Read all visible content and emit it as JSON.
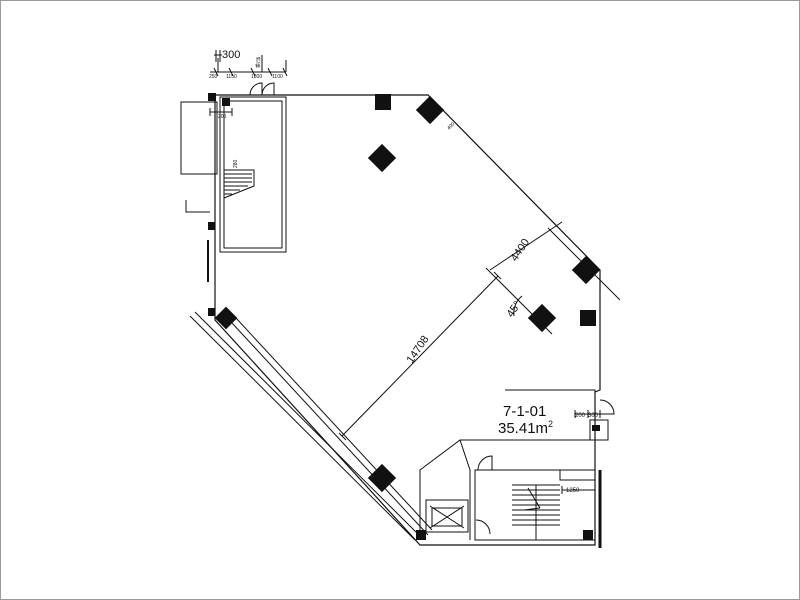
{
  "plan": {
    "unit_id": "7-1-01",
    "area_value": "35.41m",
    "area_sup": "2",
    "colors": {
      "line": "#111111",
      "fill": "#111111",
      "background": "#ffffff"
    }
  },
  "dimensions": {
    "top_300": "300",
    "top_250": "250",
    "top_1150": "1150",
    "top_1800": "1800",
    "top_1100": "1100",
    "top_vertical": "乘/派",
    "small_200": "200",
    "stair_280": "280",
    "diag_400": "400",
    "d4400": "4400",
    "angle": "45°",
    "d14708": "14708",
    "d200": "200",
    "d300": "300",
    "d1250": "1250"
  }
}
